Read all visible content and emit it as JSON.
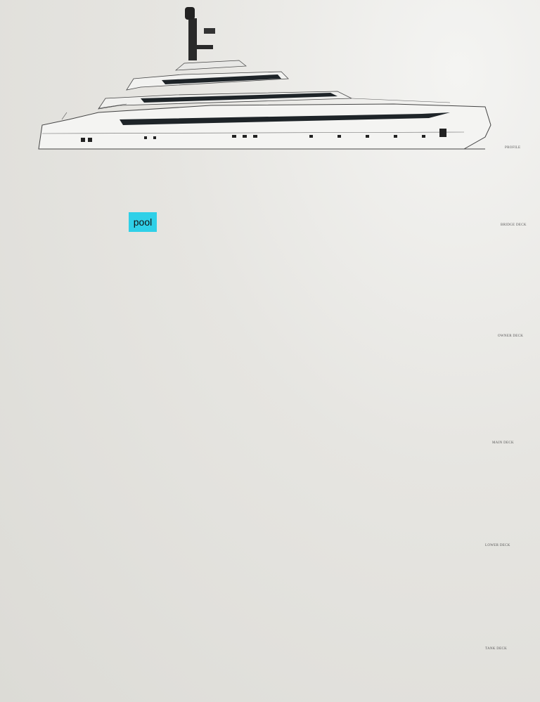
{
  "labels": {
    "profile": "PROFILE",
    "bridge": "BRIDGE DECK",
    "owner": "OWNER DECK",
    "main": "MAIN DECK",
    "lower": "LOWER DECK",
    "tank": "TANK DECK"
  },
  "annotation": {
    "pool": "pool",
    "color": "#2fd0e8"
  },
  "colors": {
    "teak": "#c9b48a",
    "line": "#4a4a4a",
    "glass": "#1e2428",
    "background": "#e6e5e1"
  }
}
